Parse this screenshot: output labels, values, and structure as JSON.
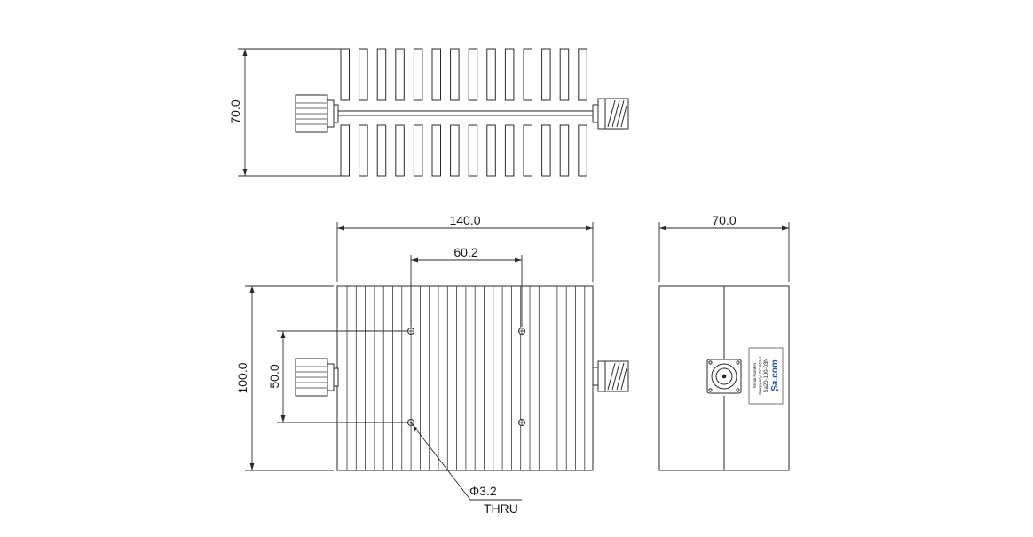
{
  "dimensions": {
    "top_height": "70.0",
    "length": "140.0",
    "hole_spacing_x": "60.2",
    "hole_spacing_y": "50.0",
    "front_height": "100.0",
    "side_width": "70.0"
  },
  "callout": {
    "hole": "Φ3.2",
    "note": "THRU"
  },
  "label_plate": {
    "brand": "Sa.com",
    "line1": "Sa20-100-03N",
    "line2": "Frequency: DC-6GHz",
    "line3": "Serial Number"
  }
}
